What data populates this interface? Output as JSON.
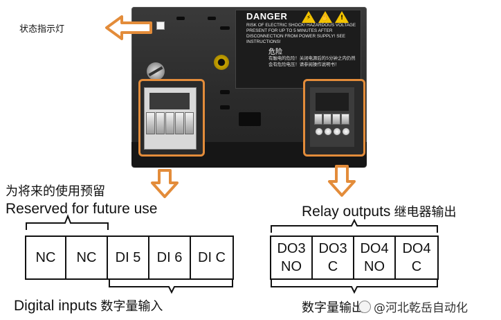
{
  "status_led_label": "状态指示灯",
  "warning_label": {
    "title_en": "DANGER",
    "body_en": "RISK OF ELECTRIC SHOCK! HAZARDOUS VOLTAGE PRESENT FOR UP TO 5 MINUTES AFTER DISCONNECTION FROM POWER SUPPLY! SEE INSTRUCTIONS!",
    "title_cn": "危险",
    "body_cn": "有触电的危险！关闭电源后的5分钟之内仍然会有危险电压！请参阅操作说明书！"
  },
  "left_group": {
    "reserved_cn": "为将来的使用预留",
    "reserved_en": "Reserved for future use",
    "terminals": [
      "NC",
      "NC",
      "DI 5",
      "DI 6",
      "DI C"
    ],
    "inputs_en": "Digital inputs",
    "inputs_cn": "数字量输入"
  },
  "right_group": {
    "relay_en": "Relay outputs",
    "relay_cn": "继电器输出",
    "terminals": [
      {
        "line1": "DO3",
        "line2": "NO"
      },
      {
        "line1": "DO3",
        "line2": "C"
      },
      {
        "line1": "DO4",
        "line2": "NO"
      },
      {
        "line1": "DO4",
        "line2": "C"
      }
    ],
    "outputs_cn": "数字量输出"
  },
  "watermark": "@河北乾岳自动化",
  "colors": {
    "accent_orange": "#e38c3a",
    "device_body": "#2b2b2b",
    "warning_yellow": "#f2c200"
  }
}
